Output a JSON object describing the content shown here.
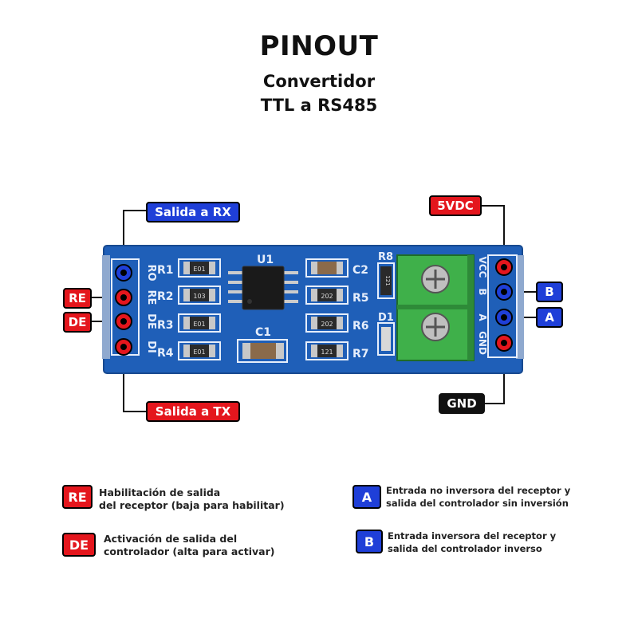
{
  "header": {
    "title": "PINOUT",
    "subtitle_line1": "Convertidor",
    "subtitle_line2": "TTL a RS485"
  },
  "callouts": {
    "salida_rx": "Salida a RX",
    "re": "RE",
    "de": "DE",
    "salida_tx": "Salida a TX",
    "vdc5": "5VDC",
    "b": "B",
    "a": "A",
    "gnd": "GND"
  },
  "board": {
    "left_pins": [
      "RO",
      "RE",
      "DE",
      "DI"
    ],
    "right_pins": [
      "VCC",
      "B",
      "A",
      "GND"
    ],
    "resistor_labels_left": [
      "R1",
      "R2",
      "R3",
      "R4"
    ],
    "resistor_labels_right": [
      "C2",
      "R5",
      "R6",
      "R7"
    ],
    "chip_label": "U1",
    "cap_label": "C1",
    "r8_label": "R8",
    "d1_label": "D1",
    "smd_codes_left": [
      "E01",
      "103",
      "E01",
      "E01"
    ],
    "smd_codes_right": [
      "",
      "202",
      "202",
      "121"
    ],
    "r8_code": "121"
  },
  "legend": [
    {
      "badge": "RE",
      "line1": "Habilitación de salida",
      "line2": "del receptor (baja para habilitar)"
    },
    {
      "badge": "DE",
      "line1": "Activación de salida del",
      "line2": "controlador (alta para activar)"
    },
    {
      "badge": "A",
      "line1": "Entrada no inversora del receptor y",
      "line2": "salida del controlador sin inversión"
    },
    {
      "badge": "B",
      "line1": "Entrada inversora del receptor y",
      "line2": "salida del controlador inverso"
    }
  ],
  "colors": {
    "board": "#1f5fb8",
    "red_pin": "#e4161d",
    "blue_pin": "#1f3fd8",
    "terminal": "#3fb04a"
  }
}
